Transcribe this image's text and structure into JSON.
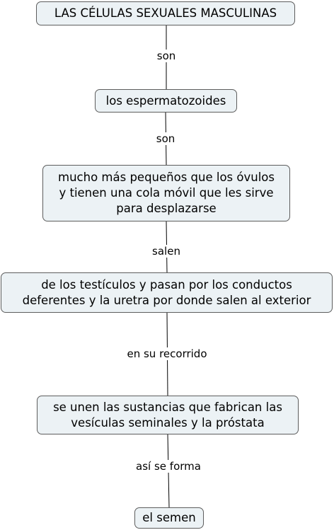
{
  "concept_map": {
    "nodes": [
      "LAS CÉLULAS SEXUALES MASCULINAS",
      "los espermatozoides",
      "mucho más pequeños que los óvulos\ny tienen una cola móvil que les sirve\npara desplazarse",
      "de los testículos y pasan por los conductos\ndeferentes y la uretra por donde salen al exterior",
      "se unen las sustancias que fabrican las\nvesículas seminales y la próstata",
      "el semen"
    ],
    "links": [
      "son",
      "son",
      "salen",
      "en su recorrido",
      "así se forma"
    ]
  },
  "colors": {
    "node_fill": "#ecf2f5",
    "node_border": "#5d5d5d",
    "connector": "#000000"
  }
}
